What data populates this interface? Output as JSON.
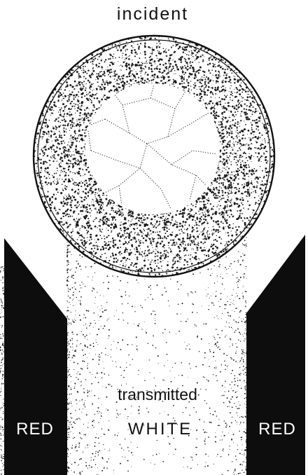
{
  "diagram": {
    "labels": {
      "top": "incident",
      "middle_upper": "transmitted",
      "middle_lower": "WHITE",
      "left": "RED",
      "right": "RED"
    },
    "colors": {
      "ink": "#111111",
      "background": "#ffffff",
      "band": "#0d0d0d",
      "stipple": "#1a1a1a"
    }
  }
}
